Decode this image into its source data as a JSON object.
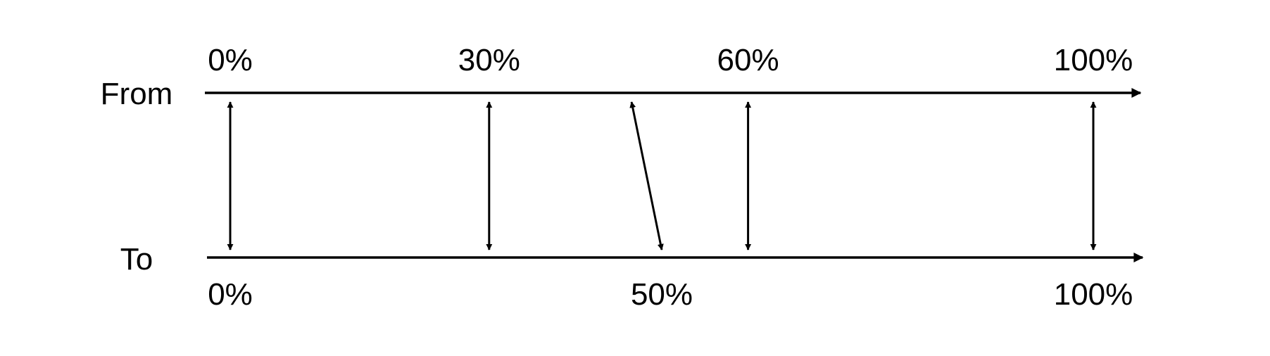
{
  "rows": {
    "from_label": "From",
    "to_label": "To"
  },
  "from_axis": {
    "ticks": [
      {
        "label": "0%",
        "value": 0
      },
      {
        "label": "30%",
        "value": 30
      },
      {
        "label": "60%",
        "value": 60
      },
      {
        "label": "100%",
        "value": 100
      }
    ]
  },
  "to_axis": {
    "ticks": [
      {
        "label": "0%",
        "value": 0
      },
      {
        "label": "50%",
        "value": 50
      },
      {
        "label": "100%",
        "value": 100
      }
    ]
  },
  "mappings": [
    {
      "from": 0,
      "to": 0
    },
    {
      "from": 30,
      "to": 30
    },
    {
      "from": 46.5,
      "to": 50
    },
    {
      "from": 60,
      "to": 60
    },
    {
      "from": 100,
      "to": 100
    }
  ],
  "colors": {
    "ink": "#000000",
    "background": "#ffffff"
  }
}
